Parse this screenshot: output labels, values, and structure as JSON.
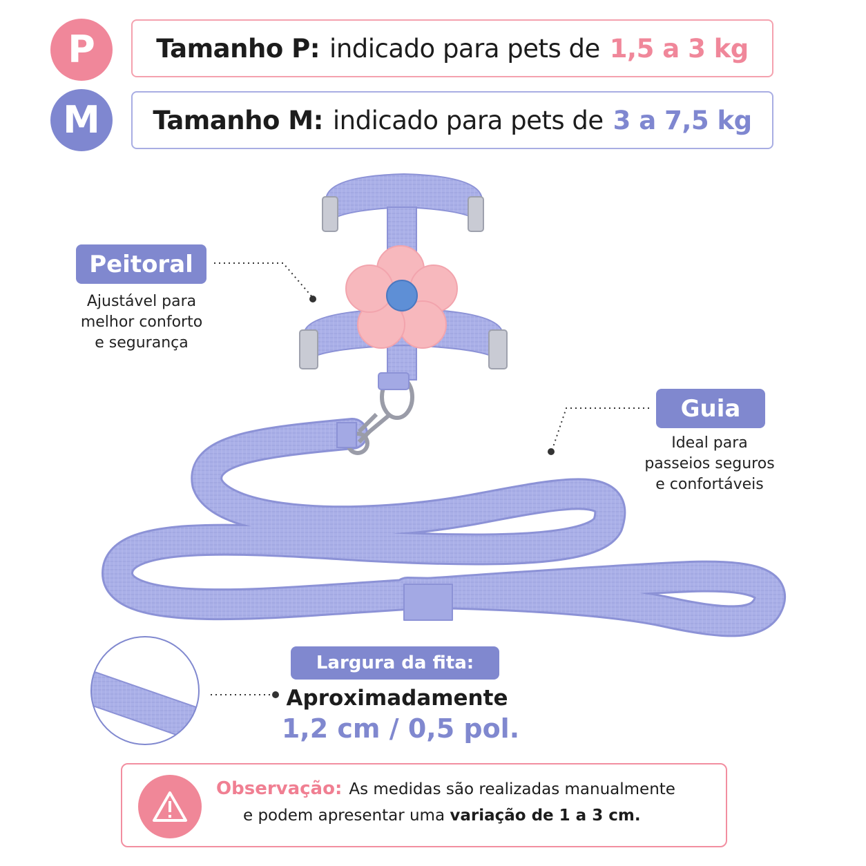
{
  "sizes": {
    "p": {
      "badge": "P",
      "label": "Tamanho P:",
      "text": "indicado para pets de",
      "value": "1,5 a 3 kg",
      "color": "#f0879a"
    },
    "m": {
      "badge": "M",
      "label": "Tamanho M:",
      "text": "indicado para pets de",
      "value": "3 a 7,5 kg",
      "color": "#7f87d0"
    }
  },
  "peitoral": {
    "title": "Peitoral",
    "desc": [
      "Ajustável para",
      "melhor conforto",
      "e segurança"
    ]
  },
  "guia": {
    "title": "Guia",
    "desc": [
      "Ideal para",
      "passeios seguros",
      "e confortáveis"
    ]
  },
  "width": {
    "title": "Largura da fita:",
    "main": "Aproximadamente",
    "value": "1,2 cm / 0,5 pol."
  },
  "note": {
    "title": "Observação:",
    "line1": "As medidas são realizadas manualmente",
    "line2_pre": "e podem apresentar uma",
    "line2_strong": "variação de 1 a 3 cm."
  },
  "icons": {
    "warning": "warning-icon"
  },
  "colors": {
    "pink": "#f0879a",
    "lavender": "#8088cf",
    "strap": "#a9aee6",
    "strap_dark": "#8c92d6"
  }
}
